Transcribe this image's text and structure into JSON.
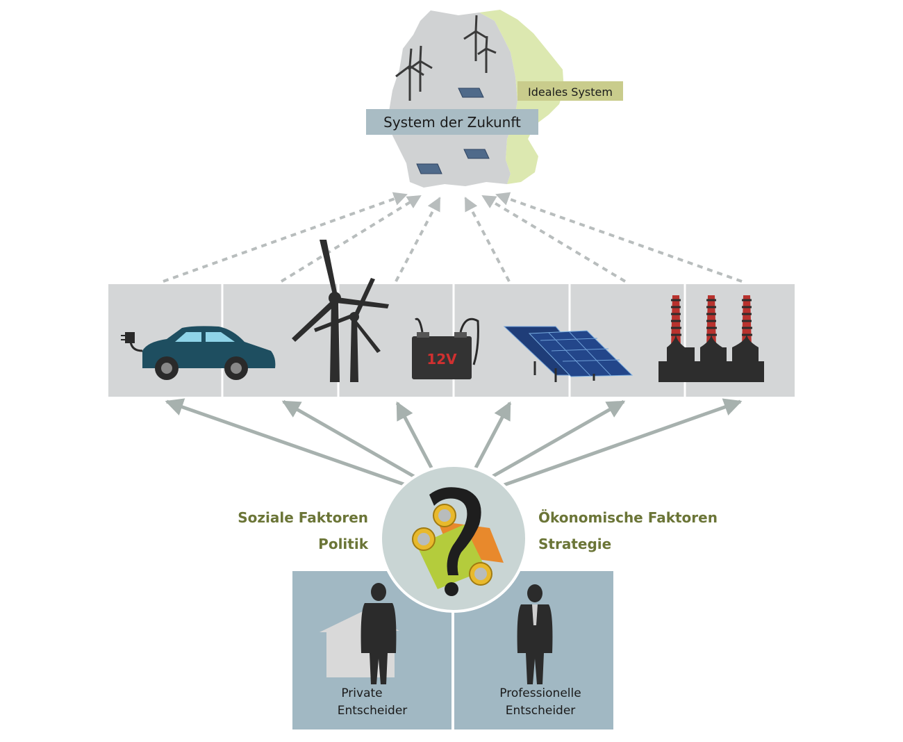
{
  "map": {
    "ideal_label": "Ideales System",
    "future_label": "System der Zukunft"
  },
  "technologies": [
    {
      "icon": "electric-car-icon"
    },
    {
      "icon": "wind-turbine-icon"
    },
    {
      "icon": "battery-12v-icon",
      "text": "12V"
    },
    {
      "icon": "solar-panel-icon"
    },
    {
      "icon": "power-plant-icon"
    }
  ],
  "factors": {
    "left_line1": "Soziale Faktoren",
    "left_line2": "Politik",
    "right_line1": "Ökonomische Faktoren",
    "right_line2": "Strategie"
  },
  "decision_makers": {
    "private_line1": "Private",
    "private_line2": "Entscheider",
    "professional_line1": "Professionelle",
    "professional_line2": "Entscheider"
  },
  "colors": {
    "map_gray": "#d0d2d3",
    "map_green": "#dce8b0",
    "ideal_bg": "#c9cc8c",
    "future_bg": "#a9bcc4",
    "strip_bg": "#d4d6d7",
    "arrow": "#a7b1ae",
    "factor_text": "#6b7537",
    "dm_bg": "#a1b8c3",
    "circle_bg": "#c9d5d4",
    "icon_dark": "#2d2d2d"
  }
}
